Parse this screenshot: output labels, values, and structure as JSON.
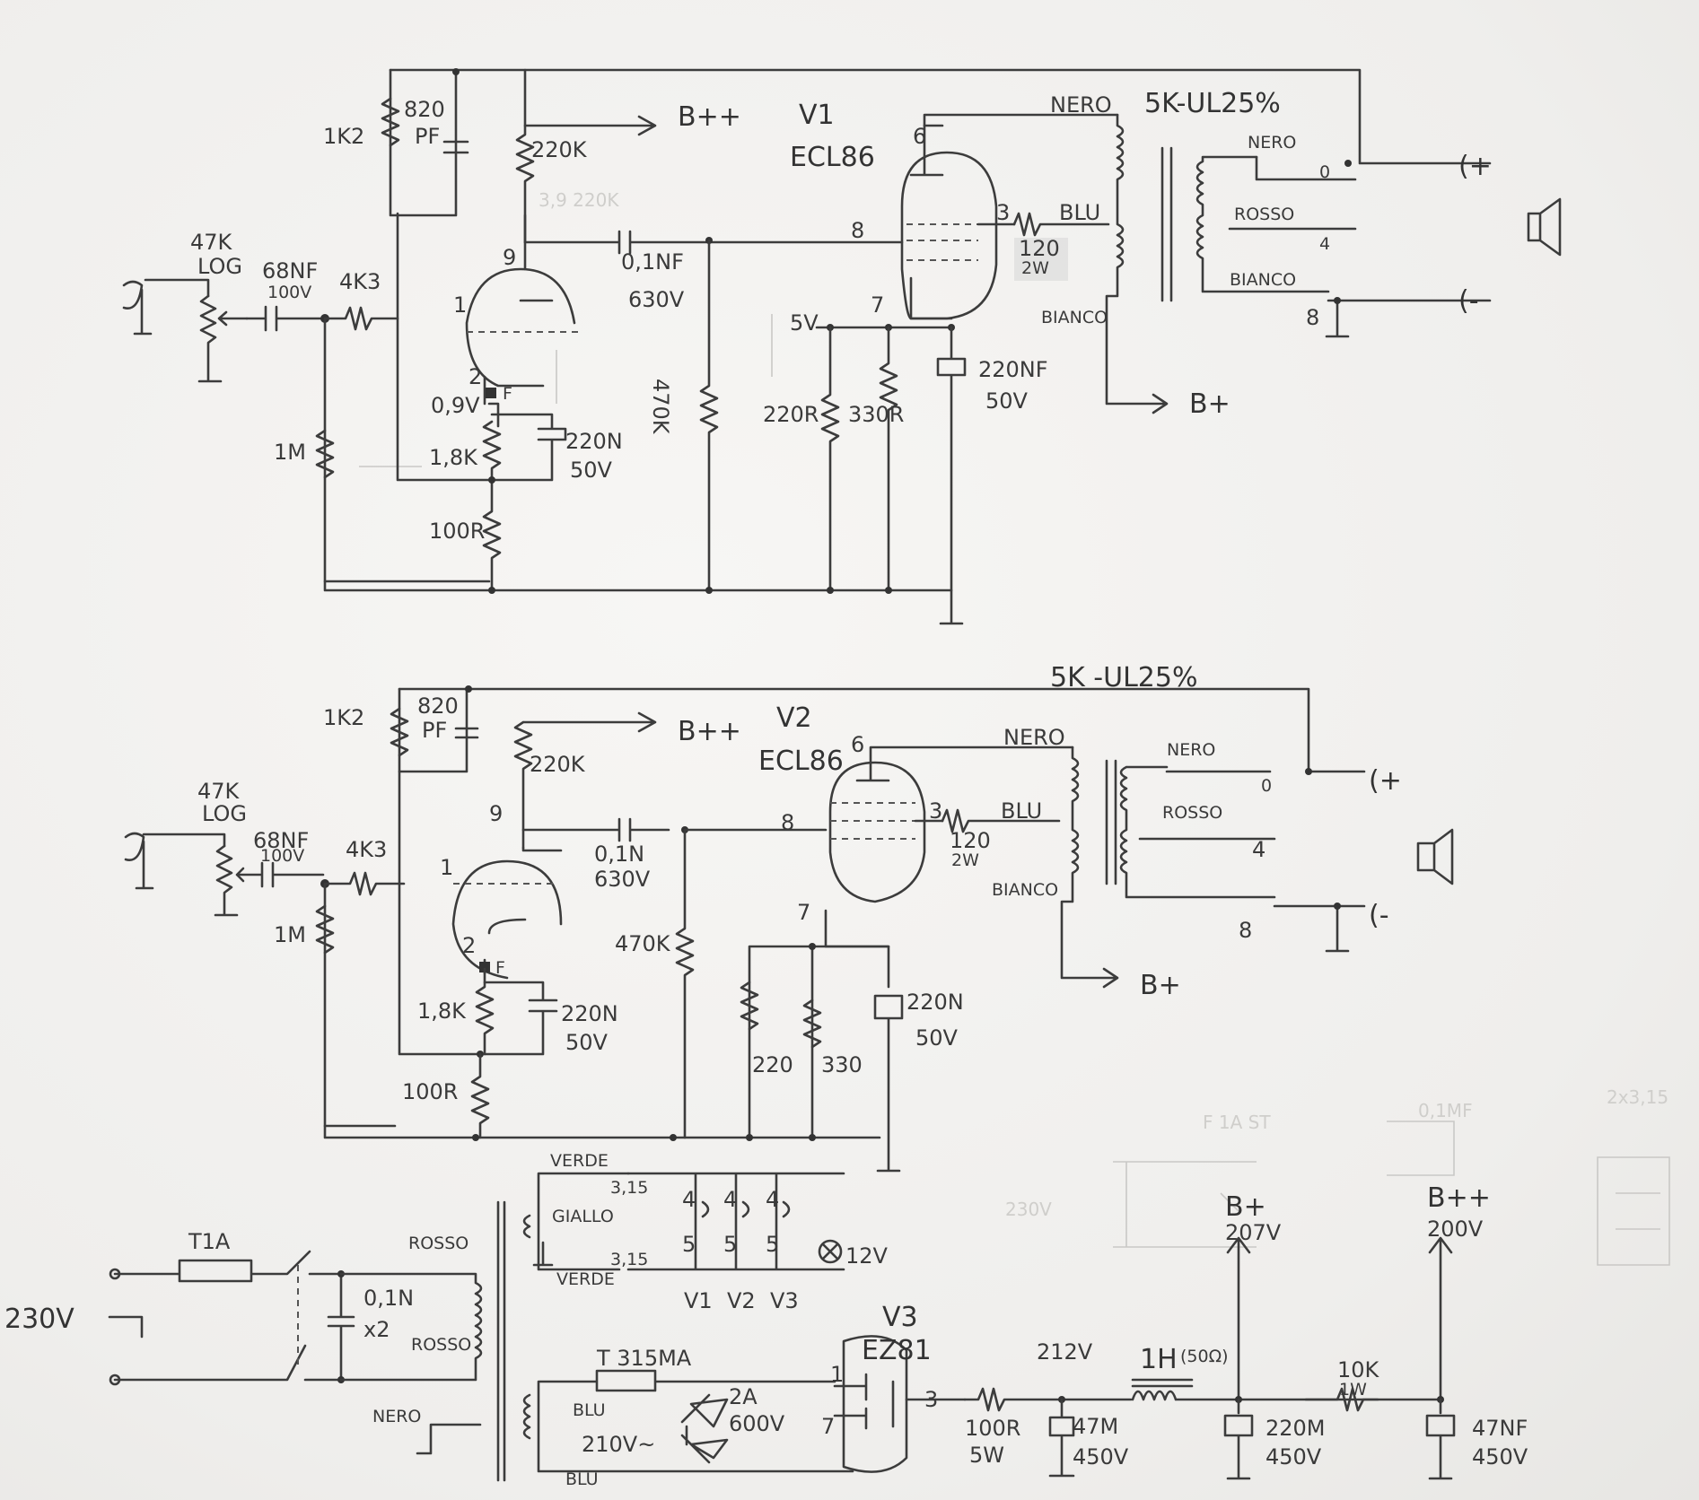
{
  "stage1": {
    "tube_name": "V1",
    "tube_type": "ECL86",
    "transformer": "5K-UL25%",
    "r_grid_stop": "1K2",
    "c_feedback": "820",
    "c_feedback_unit": "PF",
    "r_plate": "220K",
    "pot_value": "47K",
    "pot_taper": "LOG",
    "c_in": "68NF",
    "c_in_v": "100V",
    "r_in": "4K3",
    "r_grid": "1M",
    "triode_cathode_v": "0,9V",
    "r_cathode": "1,8K",
    "c_cathode": "220N",
    "c_cathode_v": "50V",
    "r_fb": "100R",
    "c_coupling": "0,1NF",
    "c_coupling_v": "630V",
    "r_leak": "470K",
    "screen_r": "120",
    "screen_w": "2W",
    "cathode_v": "5V",
    "r_k1": "220R",
    "r_k2": "330R",
    "c_k": "220NF",
    "c_k_v": "50V",
    "wire_nero": "NERO",
    "wire_blu": "BLU",
    "wire_bianco": "BIANCO",
    "wire_rosso": "ROSSO",
    "sec_bianco": "BIANCO",
    "b_pp": "B++",
    "b_p": "B+",
    "pin_9": "9",
    "pin_1": "1",
    "pin_2": "2",
    "pin_6": "6",
    "pin_3": "3",
    "pin_8": "8",
    "pin_7": "7",
    "f_mark": "F",
    "tap_0": "0",
    "tap_4": "4",
    "tap_8": "8",
    "plus": "(+",
    "minus": "(-"
  },
  "stage2": {
    "tube_name": "V2",
    "tube_type": "ECL86",
    "transformer": "5K -UL25%",
    "r_grid_stop": "1K2",
    "c_feedback": "820",
    "c_feedback_unit": "PF",
    "r_plate": "220K",
    "pot_value": "47K",
    "pot_taper": "LOG",
    "c_in": "68NF",
    "c_in_v": "100V",
    "r_in": "4K3",
    "r_grid": "1M",
    "r_cathode": "1,8K",
    "c_cathode": "220N",
    "c_cathode_v": "50V",
    "r_fb": "100R",
    "c_coupling": "0,1N",
    "c_coupling_v": "630V",
    "r_leak": "470K",
    "screen_r": "120",
    "screen_w": "2W",
    "r_k1": "220",
    "r_k2": "330",
    "c_k": "220N",
    "c_k_v": "50V",
    "wire_nero": "NERO",
    "wire_blu": "BLU",
    "wire_bianco": "BIANCO",
    "wire_rosso": "ROSSO",
    "sec_nero": "NERO",
    "b_pp": "B++",
    "b_p": "B+",
    "pin_9": "9",
    "pin_1": "1",
    "pin_2": "2",
    "pin_6": "6",
    "pin_3": "3",
    "pin_8": "8",
    "pin_7": "7",
    "f_mark": "F",
    "tap_0": "0",
    "tap_4": "4",
    "tap_8": "8",
    "plus": "(+",
    "minus": "(-"
  },
  "supply": {
    "mains": "230V",
    "fuse": "T1A",
    "wire_rosso": "ROSSO",
    "wire_nero": "NERO",
    "c_x": "0,1N",
    "c_x_count": "x2",
    "heater_verde": "VERDE",
    "heater_giallo": "GIALLO",
    "heater_v": "3,15",
    "pin4": "4",
    "pin5": "5",
    "lamp": "12V",
    "v1": "V1",
    "v2": "V2",
    "v3": "V3",
    "fuse2": "T 315MA",
    "ht_blu": "BLU",
    "ht_v": "210V~",
    "diode_a": "2A",
    "diode_v": "600V",
    "rect_name": "V3",
    "rect_type": "EZ81",
    "rect_pin1": "1",
    "rect_pin7": "7",
    "rect_pin3": "3",
    "r_series": "100R",
    "r_series_w": "5W",
    "v_212": "212V",
    "choke": "1H",
    "choke_r": "(50Ω)",
    "c1": "47M",
    "c1_v": "450V",
    "c2": "220M",
    "c2_v": "450V",
    "bplus": "B+",
    "bplus_v": "207V",
    "r_drop": "10K",
    "r_drop_w": "1W",
    "bpp": "B++",
    "bpp_v": "200V",
    "c3": "47NF",
    "c3_v": "450V"
  }
}
